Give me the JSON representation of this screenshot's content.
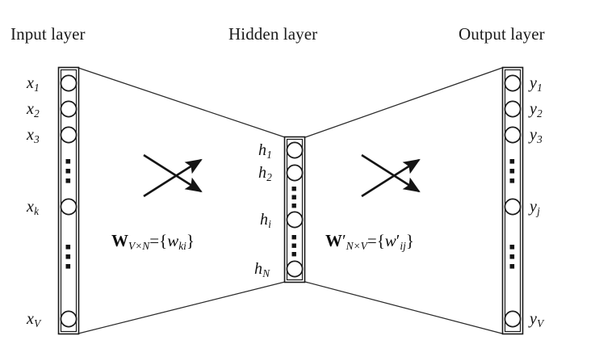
{
  "figure": {
    "type": "neural-network-architecture",
    "description": "Three-layer fully connected network diagram: input layer, hidden layer, output layer"
  },
  "headings": {
    "input": "Input layer",
    "hidden": "Hidden layer",
    "output": "Output layer"
  },
  "input_layer": {
    "units": [
      {
        "base": "x",
        "sub": "1"
      },
      {
        "base": "x",
        "sub": "2"
      },
      {
        "base": "x",
        "sub": "3"
      },
      {
        "base": "x",
        "sub": "k"
      },
      {
        "base": "x",
        "sub": "V"
      }
    ],
    "ellipsis_count": 2,
    "size_symbol": "V"
  },
  "hidden_layer": {
    "units": [
      {
        "base": "h",
        "sub": "1"
      },
      {
        "base": "h",
        "sub": "2"
      },
      {
        "base": "h",
        "sub": "i"
      },
      {
        "base": "h",
        "sub": "N"
      }
    ],
    "ellipsis_count": 2,
    "size_symbol": "N"
  },
  "output_layer": {
    "units": [
      {
        "base": "y",
        "sub": "1"
      },
      {
        "base": "y",
        "sub": "2"
      },
      {
        "base": "y",
        "sub": "3"
      },
      {
        "base": "y",
        "sub": "j"
      },
      {
        "base": "y",
        "sub": "V"
      }
    ],
    "ellipsis_count": 2,
    "size_symbol": "V"
  },
  "weights": {
    "input_to_hidden": {
      "matrix": "W",
      "prime": "",
      "dims": "V×N",
      "equals": "=",
      "open_brace": "{",
      "element": "w",
      "element_prime": "",
      "element_sub": "ki",
      "close_brace": "}"
    },
    "hidden_to_output": {
      "matrix": "W",
      "prime": "′",
      "dims": "N×V",
      "equals": "=",
      "open_brace": "{",
      "element": "w",
      "element_prime": "′",
      "element_sub": "ij",
      "close_brace": "}"
    }
  },
  "colors": {
    "stroke": "#1a1a1a",
    "text": "#121212",
    "background": "#ffffff",
    "node_fill": "#ffffff"
  },
  "arrows": {
    "left_pair_label": "crossing-connection-arrows",
    "right_pair_label": "crossing-connection-arrows"
  }
}
